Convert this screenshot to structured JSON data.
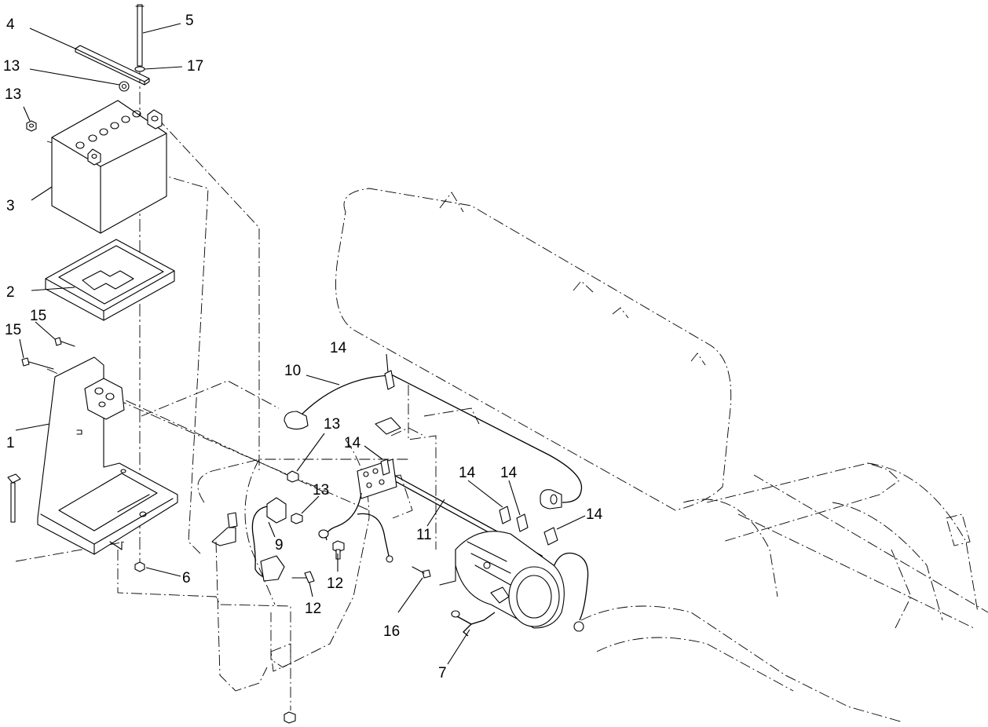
{
  "callouts": {
    "c1": "1",
    "c2": "2",
    "c3": "3",
    "c4": "4",
    "c5": "5",
    "c6": "6",
    "c7": "7",
    "c9": "9",
    "c10": "10",
    "c11": "11",
    "c12a": "12",
    "c12b": "12",
    "c13a": "13",
    "c13b": "13",
    "c13c": "13",
    "c13d": "13",
    "c14a": "14",
    "c14b": "14",
    "c14c": "14",
    "c14d": "14",
    "c14e": "14",
    "c15a": "15",
    "c15b": "15",
    "c16": "16",
    "c17": "17"
  }
}
